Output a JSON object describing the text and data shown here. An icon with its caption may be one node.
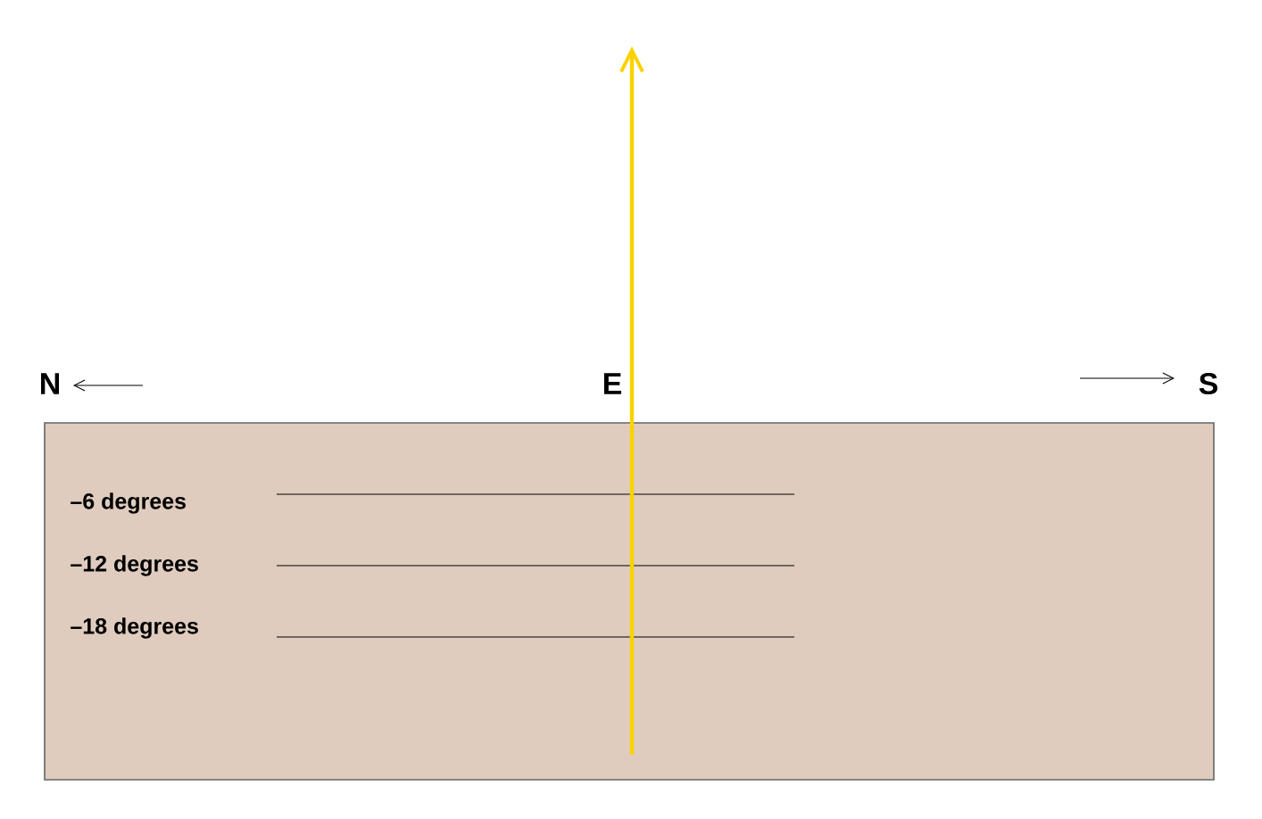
{
  "diagram": {
    "nodes": [
      {
        "text": [
          "–6 degrees",
          "–12 degrees",
          "–18 degrees"
        ]
      }
    ],
    "labels": [
      "N",
      "E",
      "S"
    ]
  }
}
